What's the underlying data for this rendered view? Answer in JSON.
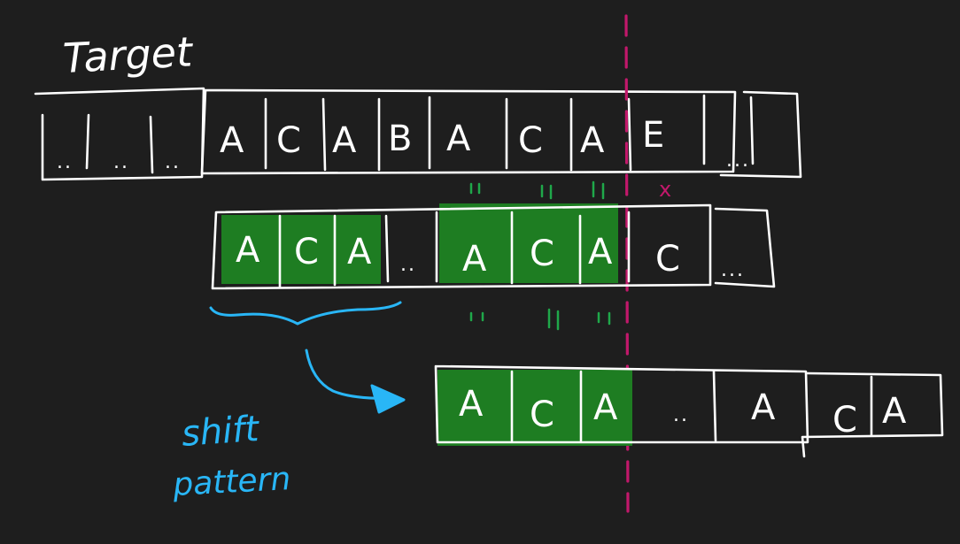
{
  "labels": {
    "target": "Target",
    "shift_line1": "shift",
    "shift_line2": "pattern"
  },
  "target_row": {
    "cells": [
      "A",
      "C",
      "A",
      "B",
      "A",
      "C",
      "A",
      "E"
    ],
    "prefix_dots": [
      "..",
      "..",
      ".."
    ],
    "suffix_dots": "...",
    "mismatch_mark": "x"
  },
  "pattern_row": {
    "cells": [
      "A",
      "C",
      "A",
      "..",
      "A",
      "C",
      "A",
      "C"
    ],
    "suffix_dots": "..."
  },
  "shifted_row": {
    "cells": [
      "A",
      "C",
      "A",
      "..",
      "A",
      "C",
      "A"
    ]
  },
  "colors": {
    "background": "#1e1e1e",
    "stroke": "#ffffff",
    "match_fill": "#1e7d22",
    "match_marks": "#1fa84a",
    "mismatch_line": "#c2186b",
    "annotation": "#29b6f6"
  }
}
